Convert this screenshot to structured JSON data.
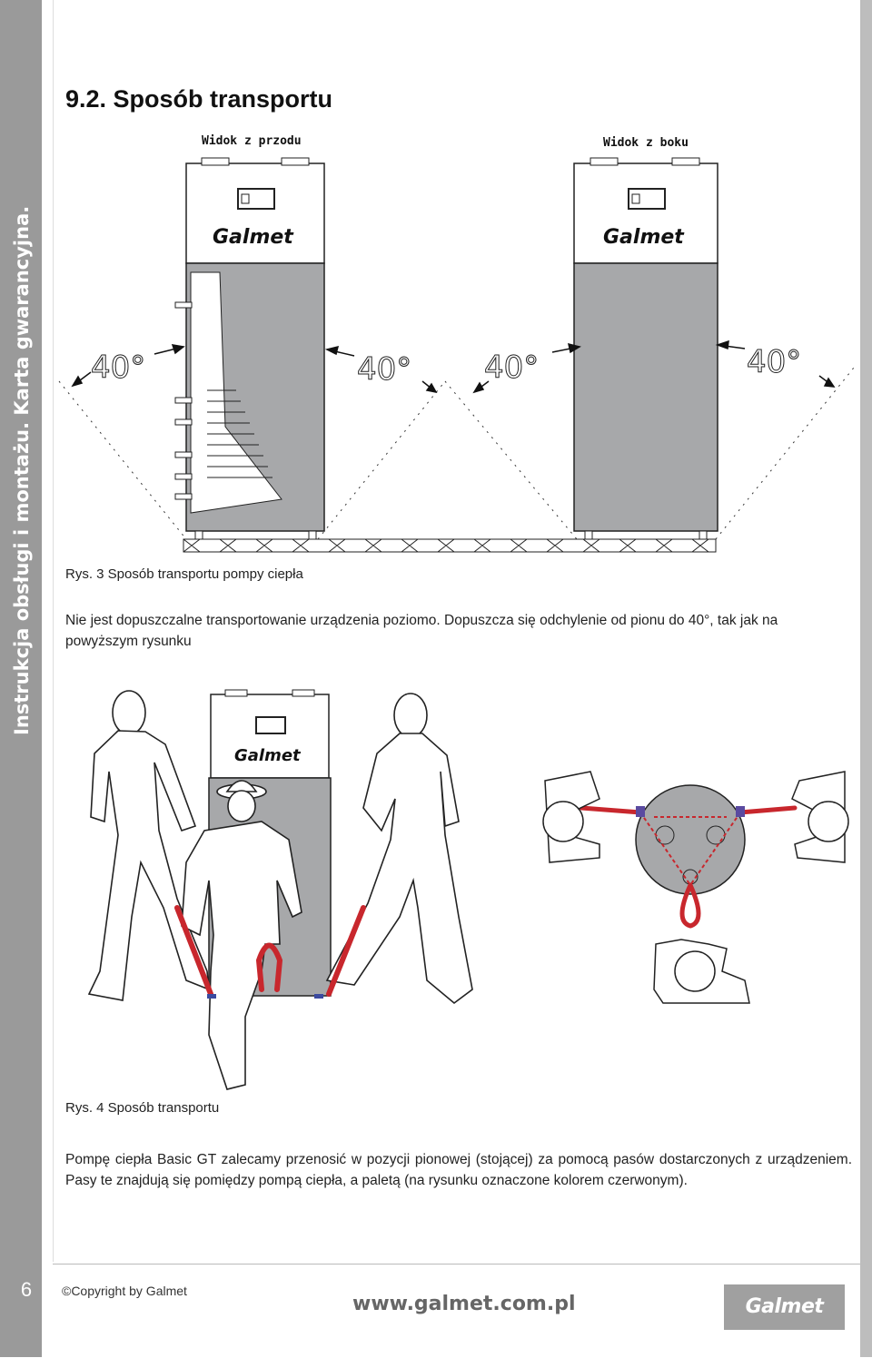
{
  "sidebar": {
    "title": "Instrukcja obsługi i montażu. Karta gwarancyjna.",
    "page_number": "6"
  },
  "section": {
    "heading": "9.2. Sposób transportu"
  },
  "figure1": {
    "front_label": "Widok z przodu",
    "side_label": "Widok z boku",
    "angle": "40°",
    "brand": "Galmet",
    "caption": "Rys. 3 Sposób transportu pompy ciepła"
  },
  "paragraph1": "Nie jest dopuszczalne transportowanie urządzenia poziomo. Dopuszcza się odchylenie od pionu do 40°, tak jak na powyższym rysunku",
  "figure2": {
    "brand": "Galmet",
    "caption": "Rys. 4 Sposób transportu"
  },
  "paragraph2": "Pompę ciepła Basic GT zalecamy przenosić w pozycji pionowej (stojącej) za pomocą pasów dostarczonych z urządzeniem. Pasy te znajdują się pomiędzy pompą ciepła, a paletą (na rysunku oznaczone kolorem czerwonym).",
  "footer": {
    "copyright": "©Copyright by Galmet",
    "website": "www.galmet.com.pl",
    "logo": "Galmet"
  },
  "colors": {
    "sidebar": "#9a9a9a",
    "strap": "#c8272d",
    "unit_body": "#a7a8aa"
  }
}
